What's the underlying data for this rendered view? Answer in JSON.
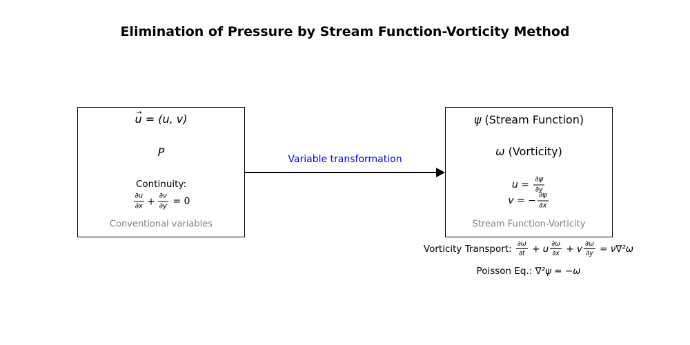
{
  "title": "Elimination of Pressure by Stream Function-Vorticity Method",
  "arrow": {
    "label": "Variable transformation"
  },
  "left_box": {
    "vec_arrow": "→",
    "vec_var": "u",
    "vec_rest": " = (u, v)",
    "pressure": "P",
    "continuity_label": "Continuity:",
    "continuity_eq": {
      "f1": {
        "num": "∂u",
        "den": "∂x"
      },
      "op": "+",
      "f2": {
        "num": "∂v",
        "den": "∂y"
      },
      "rhs": "= 0"
    },
    "caption": "Conventional variables"
  },
  "right_box": {
    "stream_symbol": "ψ",
    "stream_rest": " (Stream Function)",
    "vorticity_symbol": "ω",
    "vorticity_rest": " (Vorticity)",
    "eq_u": {
      "lhs": "u = ",
      "num": "∂ψ",
      "den": "∂y"
    },
    "eq_v": {
      "lhs": "v = −",
      "num": "∂ψ",
      "den": "∂x"
    },
    "caption": "Stream Function-Vorticity"
  },
  "annotations": {
    "vorticity_transport": {
      "label": "Vorticity Transport: ",
      "f1": {
        "num": "∂ω",
        "den": "∂t"
      },
      "t2": " + u",
      "f2": {
        "num": "∂ω",
        "den": "∂x"
      },
      "t3": " + v",
      "f3": {
        "num": "∂ω",
        "den": "∂y"
      },
      "rhs": " = ν∇²ω"
    },
    "poisson": {
      "label": "Poisson Eq.: ",
      "eq": "∇²ψ = −ω"
    }
  },
  "colors": {
    "arrow_label_blue": "#0000EE",
    "caption_gray": "#808080",
    "text": "#000000",
    "background": "#FFFFFF"
  }
}
